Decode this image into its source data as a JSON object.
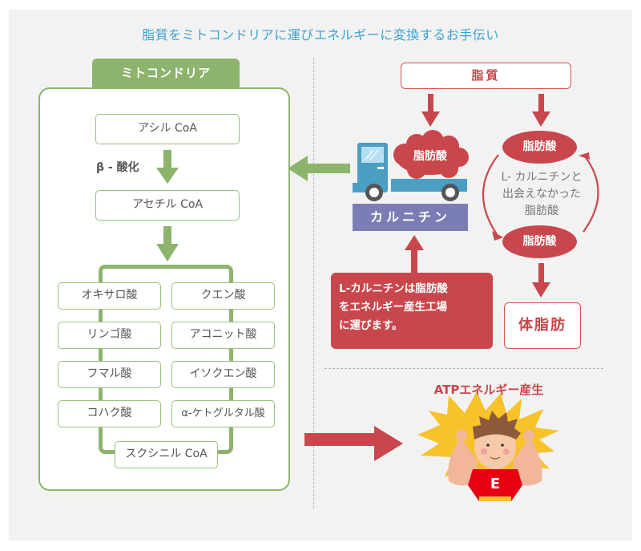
{
  "title": "脂質をミトコンドリアに運びエネルギーに変換するお手伝い",
  "colors": {
    "background": "#f2f2f2",
    "title_blue": "#3aa3d4",
    "mito_green": "#8db46c",
    "accent_red": "#c9474c",
    "carnitine_purple": "#7b7eb5",
    "truck_blue": "#4a9fc3",
    "burst_yellow": "#f7c22a"
  },
  "mitochondria": {
    "tab_label": "ミトコンドリア",
    "acyl_coa": "アシル CoA",
    "beta_oxidation": "β - 酸化",
    "acetyl_coa": "アセチル CoA",
    "tca_left": [
      "オキサロ酸",
      "リンゴ酸",
      "フマル酸",
      "コハク酸"
    ],
    "tca_right": [
      "クエン酸",
      "アコニット酸",
      "イソクエン酸",
      "α-ケトグルタル酸"
    ],
    "succinyl_coa": "スクシニル CoA"
  },
  "transport": {
    "lipid_label": "脂質",
    "cloud_label": "脂肪酸",
    "carnitine_label": "カルニチン",
    "callout_lines": [
      "L-カルニチンは脂肪酸",
      "をエネルギー産生工場",
      "に運びます。"
    ]
  },
  "storage": {
    "fatty_acid_top": "脂肪酸",
    "fatty_acid_bottom": "脂肪酸",
    "unmet_lines": [
      "L- カルニチンと",
      "出会えなかった",
      "脂肪酸"
    ],
    "body_fat": "体脂肪"
  },
  "energy": {
    "atp_label": "ATPエネルギー産生",
    "shirt_letter": "E"
  }
}
